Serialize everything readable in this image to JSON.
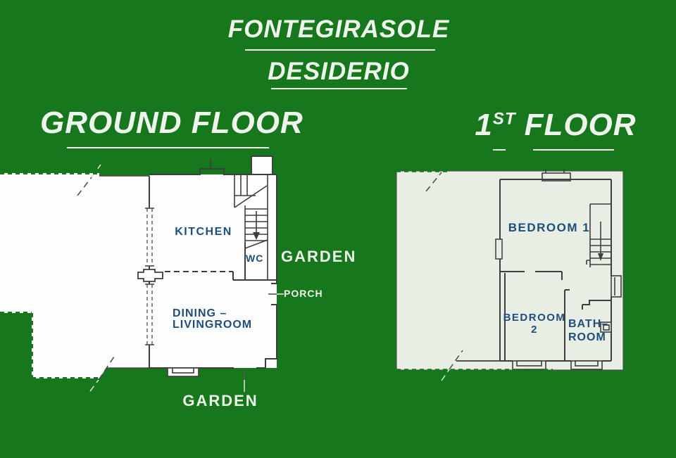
{
  "header": {
    "line1": "FONTEGIRASOLE",
    "line2": "DESIDERIO"
  },
  "ground_floor": {
    "heading": "GROUND FLOOR",
    "labels": {
      "kitchen": "KITCHEN",
      "wc": "WC",
      "dining_line1": "DINING –",
      "dining_line2": "LIVINGROOM",
      "garden_right": "GARDEN",
      "porch": "PORCH",
      "garden_bottom": "GARDEN"
    }
  },
  "first_floor": {
    "heading_number": "1",
    "heading_ordinal": "ST",
    "heading_rest": "FLOOR",
    "labels": {
      "bedroom1": "BEDROOM 1",
      "bedroom2_line1": "BEDROOM",
      "bedroom2_line2": "2",
      "bathroom_line1": "BATH–",
      "bathroom_line2": "ROOM"
    }
  },
  "colors": {
    "background_green": "#16771d",
    "ground_sheet_white": "#fdfdfd",
    "first_sheet_tint": "#e8eee3",
    "wall_line": "#3e3e3e",
    "room_label_navy": "#1e4e7d",
    "heading_white": "#eff5ed"
  }
}
